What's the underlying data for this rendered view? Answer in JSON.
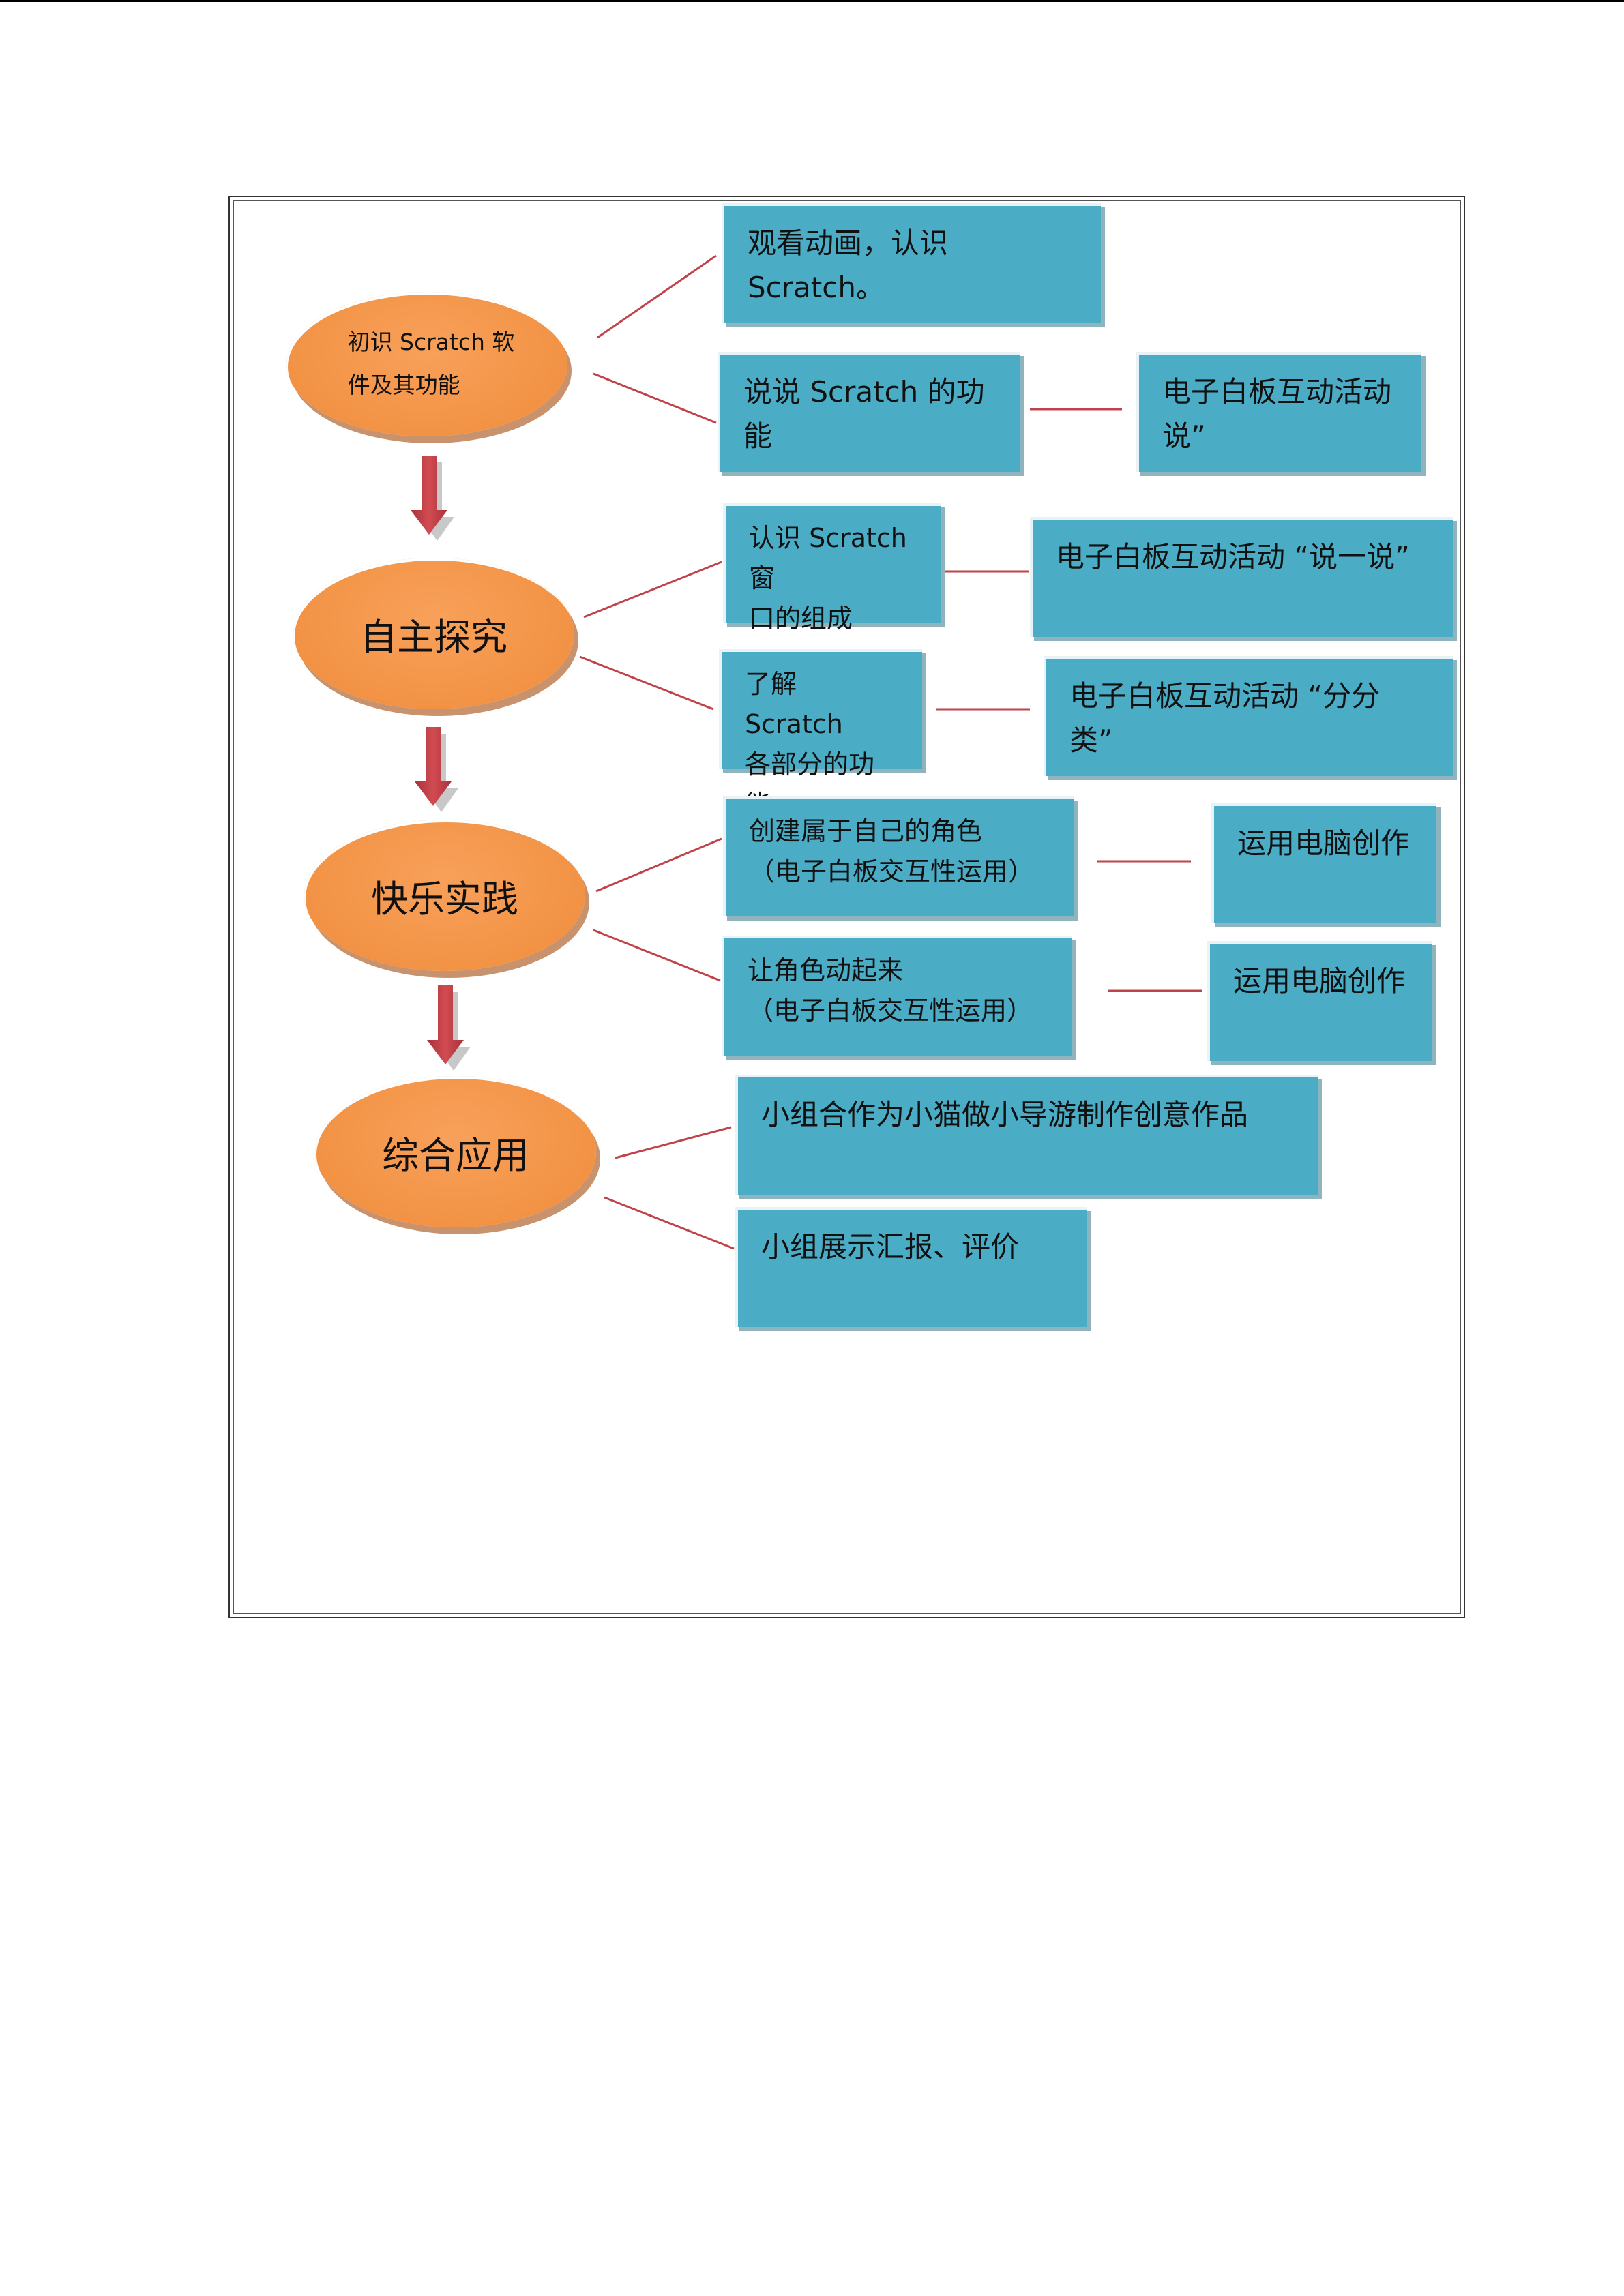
{
  "stages": [
    {
      "label_line1": "初识 Scratch 软",
      "label_line2": "件及其功能"
    },
    {
      "label": "自主探究"
    },
    {
      "label": "快乐实践"
    },
    {
      "label": "综合应用"
    }
  ],
  "boxes": {
    "s1_a": "观看动画，认识 Scratch。",
    "s1_b": "说说 Scratch 的功能",
    "s1_b_ext_line1": "电子白板互动活动",
    "s1_b_ext_line2": "说”",
    "s2_a_line1": "认识 Scratch 窗",
    "s2_a_line2": "口的组成",
    "s2_a_ext": "电子白板互动活动 “说一说”",
    "s2_b_line1": "了解 Scratch",
    "s2_b_line2": "各部分的功能",
    "s2_b_ext_line1": "电子白板互动活动 “分分",
    "s2_b_ext_line2": "类”",
    "s3_a_line1": "创建属于自己的角色",
    "s3_a_line2": "（电子白板交互性运用）",
    "s3_a_ext": "运用电脑创作",
    "s3_b_line1": "让角色动起来",
    "s3_b_line2": "（电子白板交互性运用）",
    "s3_b_ext": "运用电脑创作",
    "s4_a": "小组合作为小猫做小导游制作创意作品",
    "s4_b": "小组展示汇报、评价"
  },
  "colors": {
    "stage_fill": "#f39548",
    "box_fill": "#4bacc6",
    "arrow": "#c0434a",
    "connector": "#c0434a"
  }
}
